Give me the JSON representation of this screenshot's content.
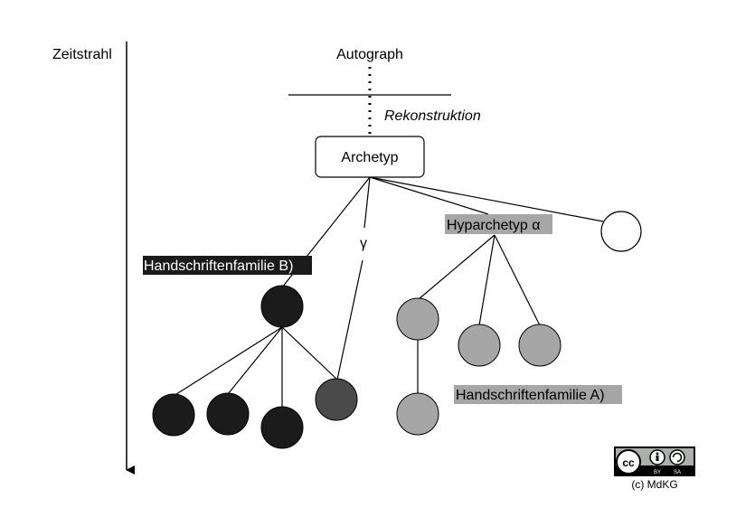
{
  "diagram": {
    "timeline_label": "Zeitstrahl",
    "autograph_label": "Autograph",
    "reconstruction_label": "Rekonstruktion",
    "archetype_label": "Archetyp",
    "hyparchetype_label": "Hyparchetyp α",
    "gamma_label": "γ",
    "family_b_label": "Handschriftenfamilie B)",
    "family_a_label": "Handschriftenfamilie A)",
    "license": {
      "badge_icon": "cc-by-sa-icon",
      "badge_text_cc": "cc",
      "badge_text_by": "BY",
      "badge_text_sa": "SA",
      "copyright": "(c) MdKG"
    }
  },
  "colors": {
    "family_b": "#1b1b1b",
    "gamma_node": "#4a4a4a",
    "family_a": "#a6a6a6",
    "label_dark_bg": "#1b1b1b",
    "label_light_bg": "#a6a6a6"
  }
}
